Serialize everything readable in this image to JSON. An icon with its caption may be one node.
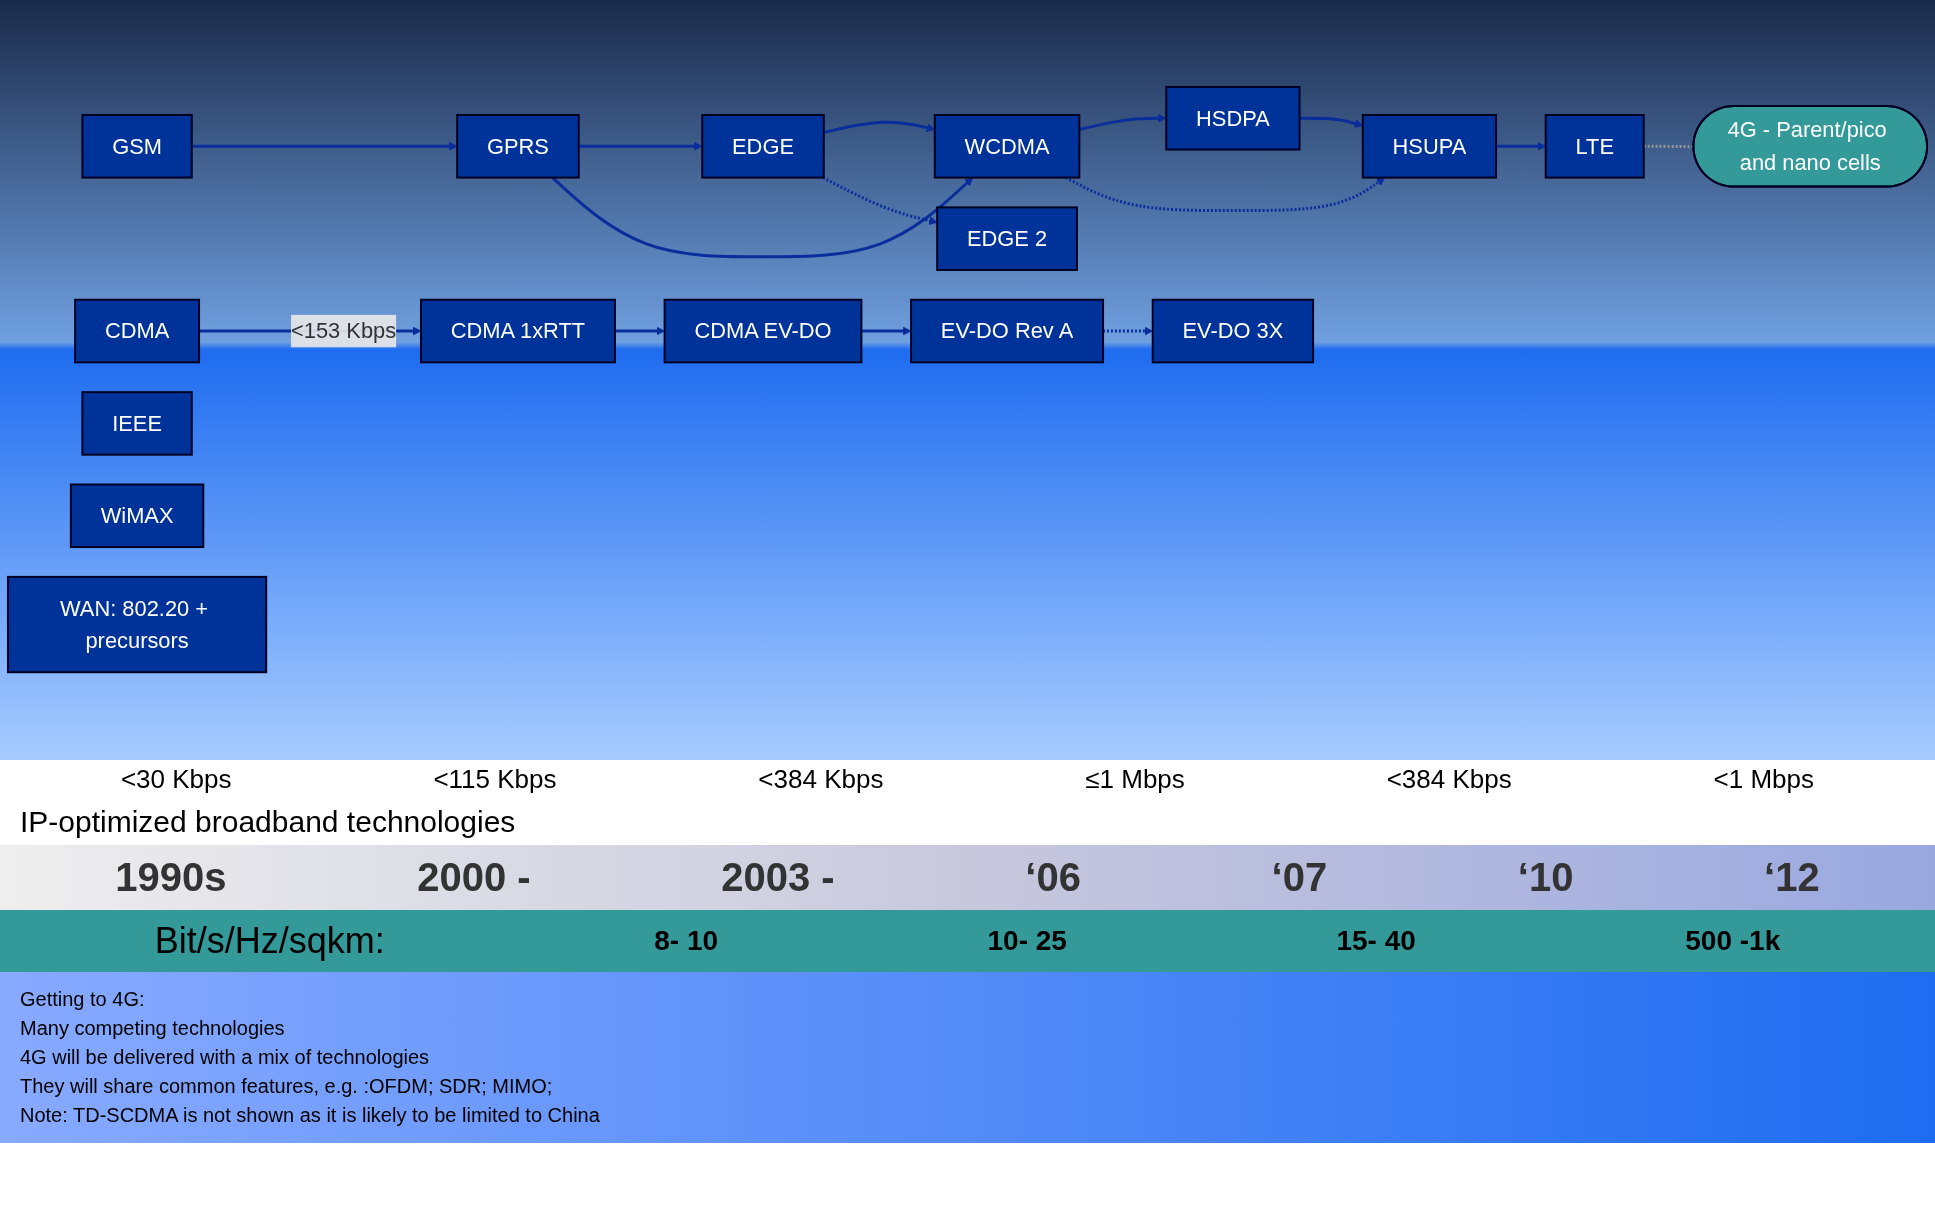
{
  "diagram": {
    "nodes": [
      {
        "text": [
          "GSM"
        ]
      },
      {
        "text": [
          "GPRS"
        ]
      },
      {
        "text": [
          "EDGE"
        ]
      },
      {
        "text": [
          "WCDMA"
        ]
      },
      {
        "text": [
          "HSDPA"
        ]
      },
      {
        "text": [
          "HSUPA"
        ]
      },
      {
        "text": [
          "LTE"
        ]
      },
      {
        "text": [
          "EDGE 2"
        ]
      },
      {
        "text": [
          "CDMA"
        ]
      },
      {
        "text": [
          "CDMA 1xRTT"
        ]
      },
      {
        "text": [
          "CDMA EV-DO"
        ]
      },
      {
        "text": [
          "EV-DO Rev A"
        ]
      },
      {
        "text": [
          "EV-DO 3X"
        ]
      },
      {
        "text": [
          "IEEE"
        ]
      },
      {
        "text": [
          "WiMAX"
        ]
      },
      {
        "text": [
          "WAN: 802.20 + precursors"
        ]
      },
      {
        "text": [
          "4G - Parent/pico and nano cells"
        ]
      }
    ],
    "edges": [
      {
        "from": 0,
        "to": 1,
        "arrow": "to"
      },
      {
        "from": 1,
        "to": 2,
        "arrow": "to"
      },
      {
        "from": 2,
        "to": 3,
        "arrow": "to"
      },
      {
        "from": 1,
        "to": 3,
        "arrow": "to"
      },
      {
        "from": 3,
        "to": 4,
        "arrow": "to"
      },
      {
        "from": 3,
        "to": 5,
        "arrow": "to",
        "style": "dashed"
      },
      {
        "from": 2,
        "to": 7,
        "arrow": "to",
        "style": "dashed"
      },
      {
        "from": 4,
        "to": 5,
        "arrow": "to"
      },
      {
        "from": 5,
        "to": 6,
        "arrow": "to"
      },
      {
        "from": 6,
        "to": 16,
        "arrow": "none",
        "style": "dashed",
        "color": "#999999"
      },
      {
        "from": 8,
        "to": 9,
        "arrow": "to",
        "label": "<153 Kbps"
      },
      {
        "from": 9,
        "to": 10,
        "arrow": "to"
      },
      {
        "from": 10,
        "to": 11,
        "arrow": "to"
      },
      {
        "from": 11,
        "to": 12,
        "arrow": "to",
        "style": "dashed"
      }
    ],
    "labels": [
      "<30 Kbps",
      "<115 Kbps",
      "<384 Kbps",
      "≤1 Mbps",
      "<384 Kbps",
      "<1 Mbps",
      "IP-optimized broadband technologies",
      "1990s",
      "2000 -",
      "2003 -",
      "‘06",
      "‘07",
      "‘10",
      "‘12",
      "Bit/s/Hz/sqkm:",
      "8- 10",
      "10- 25",
      "15- 40",
      "500 -1k",
      "Getting to 4G:",
      "Many competing technologies",
      "4G will be delivered with a mix of technologies",
      "They will share common features, e.g. :OFDM; SDR; MIMO;",
      "Note: TD-SCDMA is not shown as it is likely to be limited to China"
    ]
  }
}
